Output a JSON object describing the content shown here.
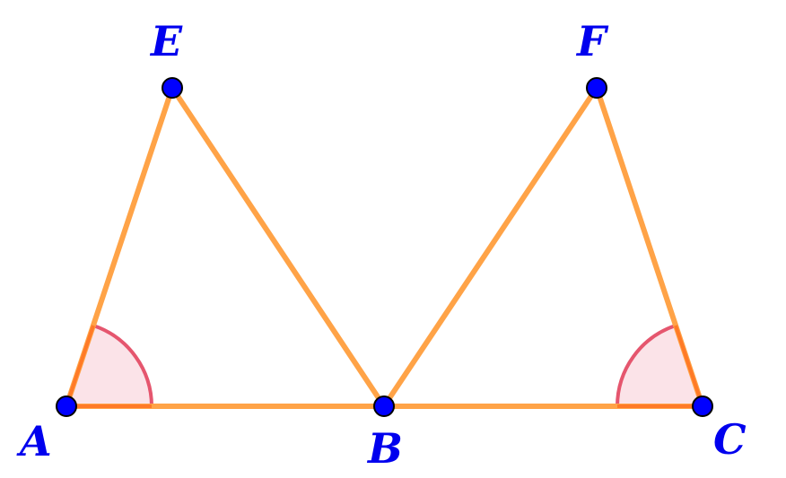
{
  "points": {
    "A": "A",
    "B": "B",
    "C": "C",
    "E": "E",
    "F": "F"
  },
  "colors": {
    "segment": "#ffa347",
    "point": "#0000ff",
    "angle_fill": "#fbe3e8",
    "angle_stroke": "#e5566e",
    "label": "#0000ee"
  }
}
